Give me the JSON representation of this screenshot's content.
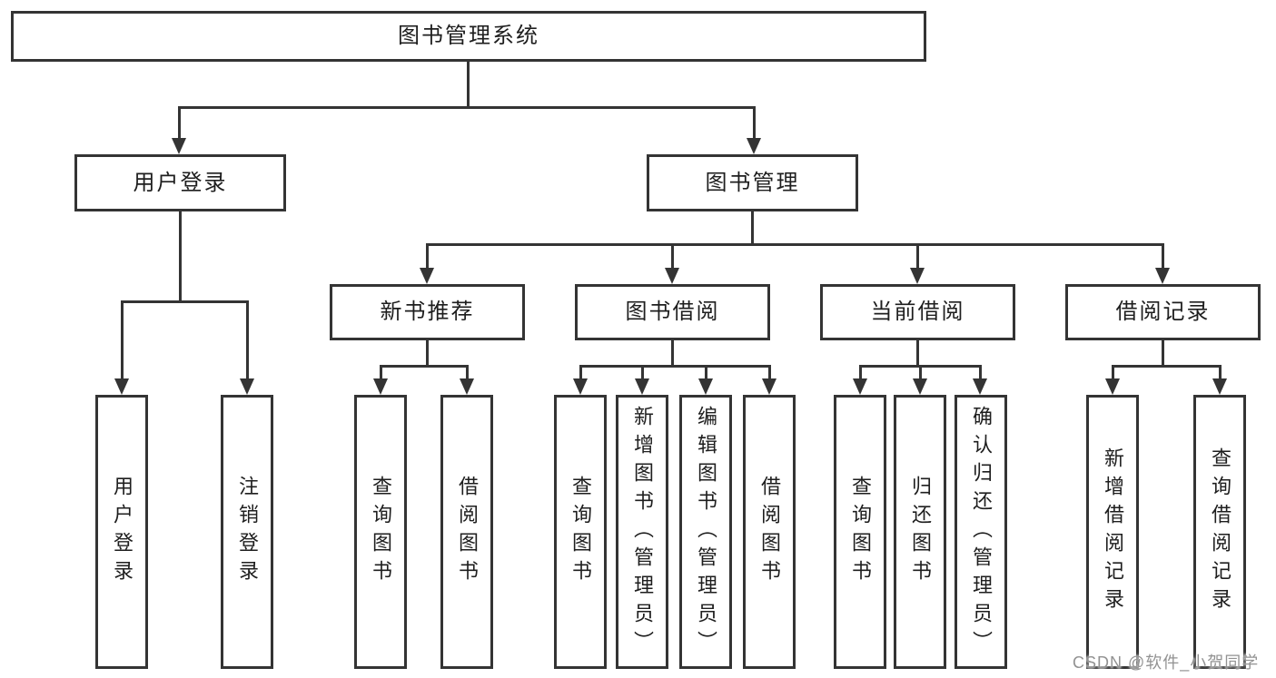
{
  "colors": {
    "background": "#ffffff",
    "line": "#343434",
    "box_border": "#343434",
    "text": "#1e1e1e",
    "watermark": "#929292"
  },
  "tree": {
    "root": "图书管理系统",
    "branches": [
      {
        "label": "用户登录",
        "children": [
          "用户登录",
          "注销登录"
        ]
      },
      {
        "label": "图书管理",
        "groups": [
          {
            "label": "新书推荐",
            "children": [
              "查询图书",
              "借阅图书"
            ]
          },
          {
            "label": "图书借阅",
            "children": [
              "查询图书",
              "新增图书（管理员）",
              "编辑图书（管理员）",
              "借阅图书"
            ]
          },
          {
            "label": "当前借阅",
            "children": [
              "查询图书",
              "归还图书",
              "确认归还（管理员）"
            ]
          },
          {
            "label": "借阅记录",
            "children": [
              "新增借阅记录",
              "查询借阅记录"
            ]
          }
        ]
      }
    ]
  },
  "watermark": {
    "text": "CSDN @软件_小贺同学"
  }
}
